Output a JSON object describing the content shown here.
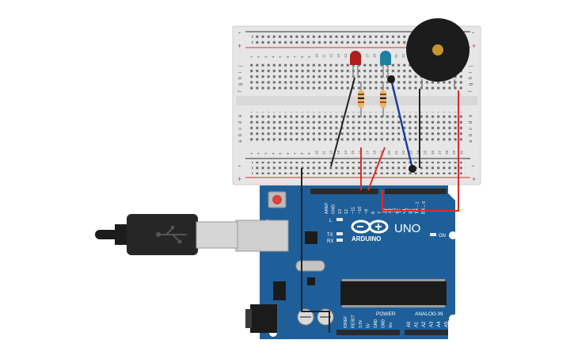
{
  "canvas": {
    "background": "#ffffff"
  },
  "breadboard": {
    "row_letters_top": [
      "f",
      "g",
      "h",
      "i",
      "j"
    ],
    "row_letters_bottom": [
      "a",
      "b",
      "c",
      "d",
      "e"
    ],
    "column_numbers": [
      "1",
      "2",
      "3",
      "4",
      "5",
      "6",
      "7",
      "8",
      "9",
      "10",
      "11",
      "12",
      "13",
      "14",
      "15",
      "16",
      "17",
      "18",
      "19",
      "20",
      "21",
      "22",
      "23",
      "24",
      "25",
      "26",
      "27",
      "28",
      "29",
      "30"
    ],
    "rail_plus": "+",
    "rail_minus": "-",
    "colors": {
      "body": "#e6e6e6",
      "rail_red": "#d9302c",
      "rail_black": "#333333"
    }
  },
  "components": {
    "led_red_color": "#b01e1e",
    "led_blue_color": "#1e7fa0",
    "resistor_color": "#e3b96a",
    "buzzer_color": "#1c1c1c",
    "buzzer_center_color": "#c8942f",
    "wire_red": "#e22a2a",
    "wire_black": "#222222",
    "wire_blue": "#1f3f9c"
  },
  "arduino": {
    "board_color": "#1f5f99",
    "logo_text": "ARDUINO",
    "model": "UNO",
    "digital_label": "DIGITAL (PWM~)",
    "power_label": "POWER",
    "analog_label": "ANALOG IN",
    "on_label": "ON",
    "led_l": "L",
    "led_tx": "TX",
    "led_rx": "RX",
    "top_header_labels": [
      "AREF",
      "GND",
      "13",
      "12",
      "~11",
      "~10",
      "~9",
      "8",
      "7",
      "~6",
      "~5",
      "4",
      "~3",
      "2",
      "TX→1",
      "RX←0"
    ],
    "power_pins": [
      "IOREF",
      "RESET",
      "3.3V",
      "5V",
      "GND",
      "GND",
      "Vin"
    ],
    "analog_pins": [
      "A0",
      "A1",
      "A2",
      "A3",
      "A4",
      "A5"
    ]
  }
}
